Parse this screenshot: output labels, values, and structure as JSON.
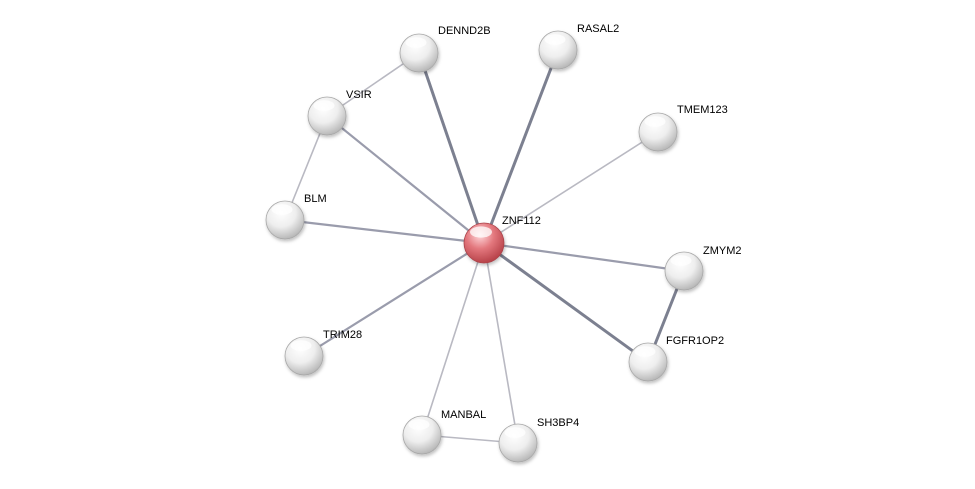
{
  "network": {
    "center": "ZNF112",
    "nodes": [
      {
        "id": "ZNF112",
        "label": "ZNF112",
        "query": true
      },
      {
        "id": "DENND2B",
        "label": "DENND2B"
      },
      {
        "id": "RASAL2",
        "label": "RASAL2"
      },
      {
        "id": "VSIR",
        "label": "VSIR"
      },
      {
        "id": "TMEM123",
        "label": "TMEM123"
      },
      {
        "id": "BLM",
        "label": "BLM"
      },
      {
        "id": "ZMYM2",
        "label": "ZMYM2"
      },
      {
        "id": "TRIM28",
        "label": "TRIM28"
      },
      {
        "id": "FGFR1OP2",
        "label": "FGFR1OP2"
      },
      {
        "id": "MANBAL",
        "label": "MANBAL"
      },
      {
        "id": "SH3BP4",
        "label": "SH3BP4"
      }
    ],
    "edges": [
      {
        "source": "ZNF112",
        "target": "DENND2B",
        "strength": "strong"
      },
      {
        "source": "ZNF112",
        "target": "RASAL2",
        "strength": "strong"
      },
      {
        "source": "ZNF112",
        "target": "VSIR",
        "strength": "medium"
      },
      {
        "source": "ZNF112",
        "target": "TMEM123",
        "strength": "weak"
      },
      {
        "source": "ZNF112",
        "target": "BLM",
        "strength": "medium"
      },
      {
        "source": "ZNF112",
        "target": "ZMYM2",
        "strength": "medium"
      },
      {
        "source": "ZNF112",
        "target": "FGFR1OP2",
        "strength": "strong"
      },
      {
        "source": "ZNF112",
        "target": "TRIM28",
        "strength": "medium"
      },
      {
        "source": "ZNF112",
        "target": "MANBAL",
        "strength": "weak"
      },
      {
        "source": "ZNF112",
        "target": "SH3BP4",
        "strength": "weak"
      },
      {
        "source": "VSIR",
        "target": "DENND2B",
        "strength": "weak"
      },
      {
        "source": "VSIR",
        "target": "BLM",
        "strength": "weak"
      },
      {
        "source": "ZMYM2",
        "target": "FGFR1OP2",
        "strength": "strong"
      },
      {
        "source": "MANBAL",
        "target": "SH3BP4",
        "strength": "weak"
      }
    ]
  },
  "colors": {
    "query_node": "#d9575f",
    "neighbor_node": "#e2e2e2",
    "edge_strong": "#7c8090",
    "edge_medium": "#9a9cac",
    "edge_weak": "#b9b9c2"
  }
}
